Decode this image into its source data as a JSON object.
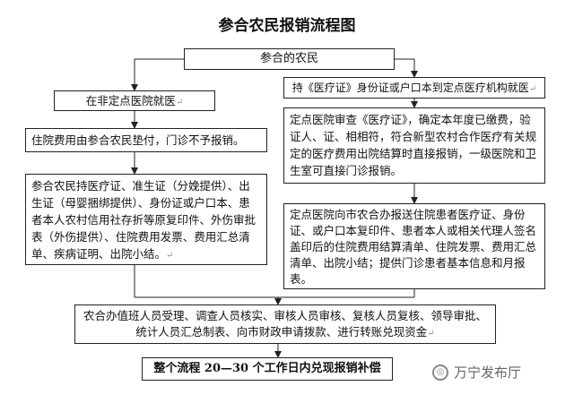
{
  "title": "参合农民报销流程图",
  "nodes": {
    "start": "参合的农民",
    "left1": "在非定点医院就医",
    "left2": "住院费用由参合农民垫付，门诊不予报销。",
    "left3": "参合农民持医疗证、准生证（分娩提供）、出生证（母婴捆绑提供）、身份证或户口本、患者本人农村信用社存折等原复印件、外伤审批表（外伤提供）、住院费用发票、费用汇总清单、疾病证明、出院小结。",
    "right1": "持《医疗证》身份证或户口本到定点医疗机构就医",
    "right2": "定点医院审查《医疗证》，确定本年度已缴费，验证人、证、相相符，符合新型农村合作医疗有关规定的医疗费用出院结算时直接报销，一级医院和卫生室可直接门诊报销。",
    "right3": "定点医院向市农合办报送住院患者医疗证、身份证、或户口本复印件、患者本人或相关代理人签名盖印后的住院费用结算清单、住院发票、费用汇总清单、出院小结；提供门诊患者基本信息和月报表。",
    "merge": "农合办值班人员受理、调查人员核实、审核人员审核、复核人员复核、领导审批、统计人员汇总制表、向市财政申请拨款、进行转账兑现资金",
    "end": "整个流程 20—30 个工作日内兑现报销补偿"
  },
  "para_mark": "↵",
  "watermark": "万宁发布厅"
}
